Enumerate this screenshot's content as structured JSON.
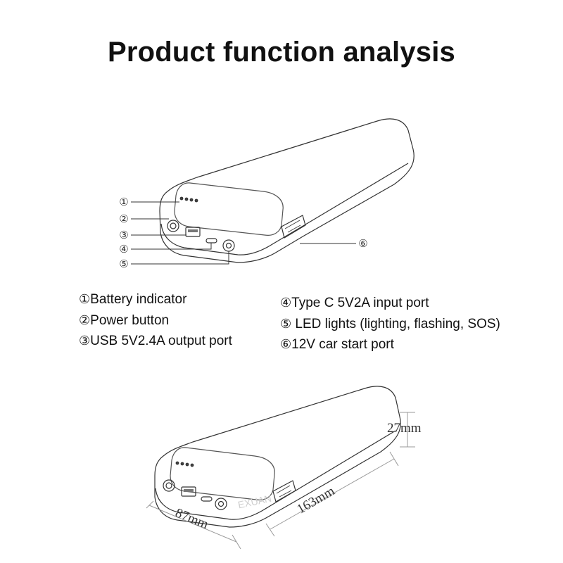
{
  "title": "Product function analysis",
  "callouts": [
    "①",
    "②",
    "③",
    "④",
    "⑤",
    "⑥"
  ],
  "features_left": [
    {
      "num": "①",
      "label": "Battery indicator"
    },
    {
      "num": "②",
      "label": "Power button"
    },
    {
      "num": "③",
      "label": "USB 5V2.4A output port"
    }
  ],
  "features_right": [
    {
      "num": "④",
      "label": "Type C 5V2A input port"
    },
    {
      "num": "⑤",
      "label": " LED lights (lighting, flashing, SOS)"
    },
    {
      "num": "⑥",
      "label": "12V car start port"
    }
  ],
  "dimensions": {
    "height": "27mm",
    "width": "87mm",
    "length": "163mm"
  },
  "watermark": "EXUAN"
}
